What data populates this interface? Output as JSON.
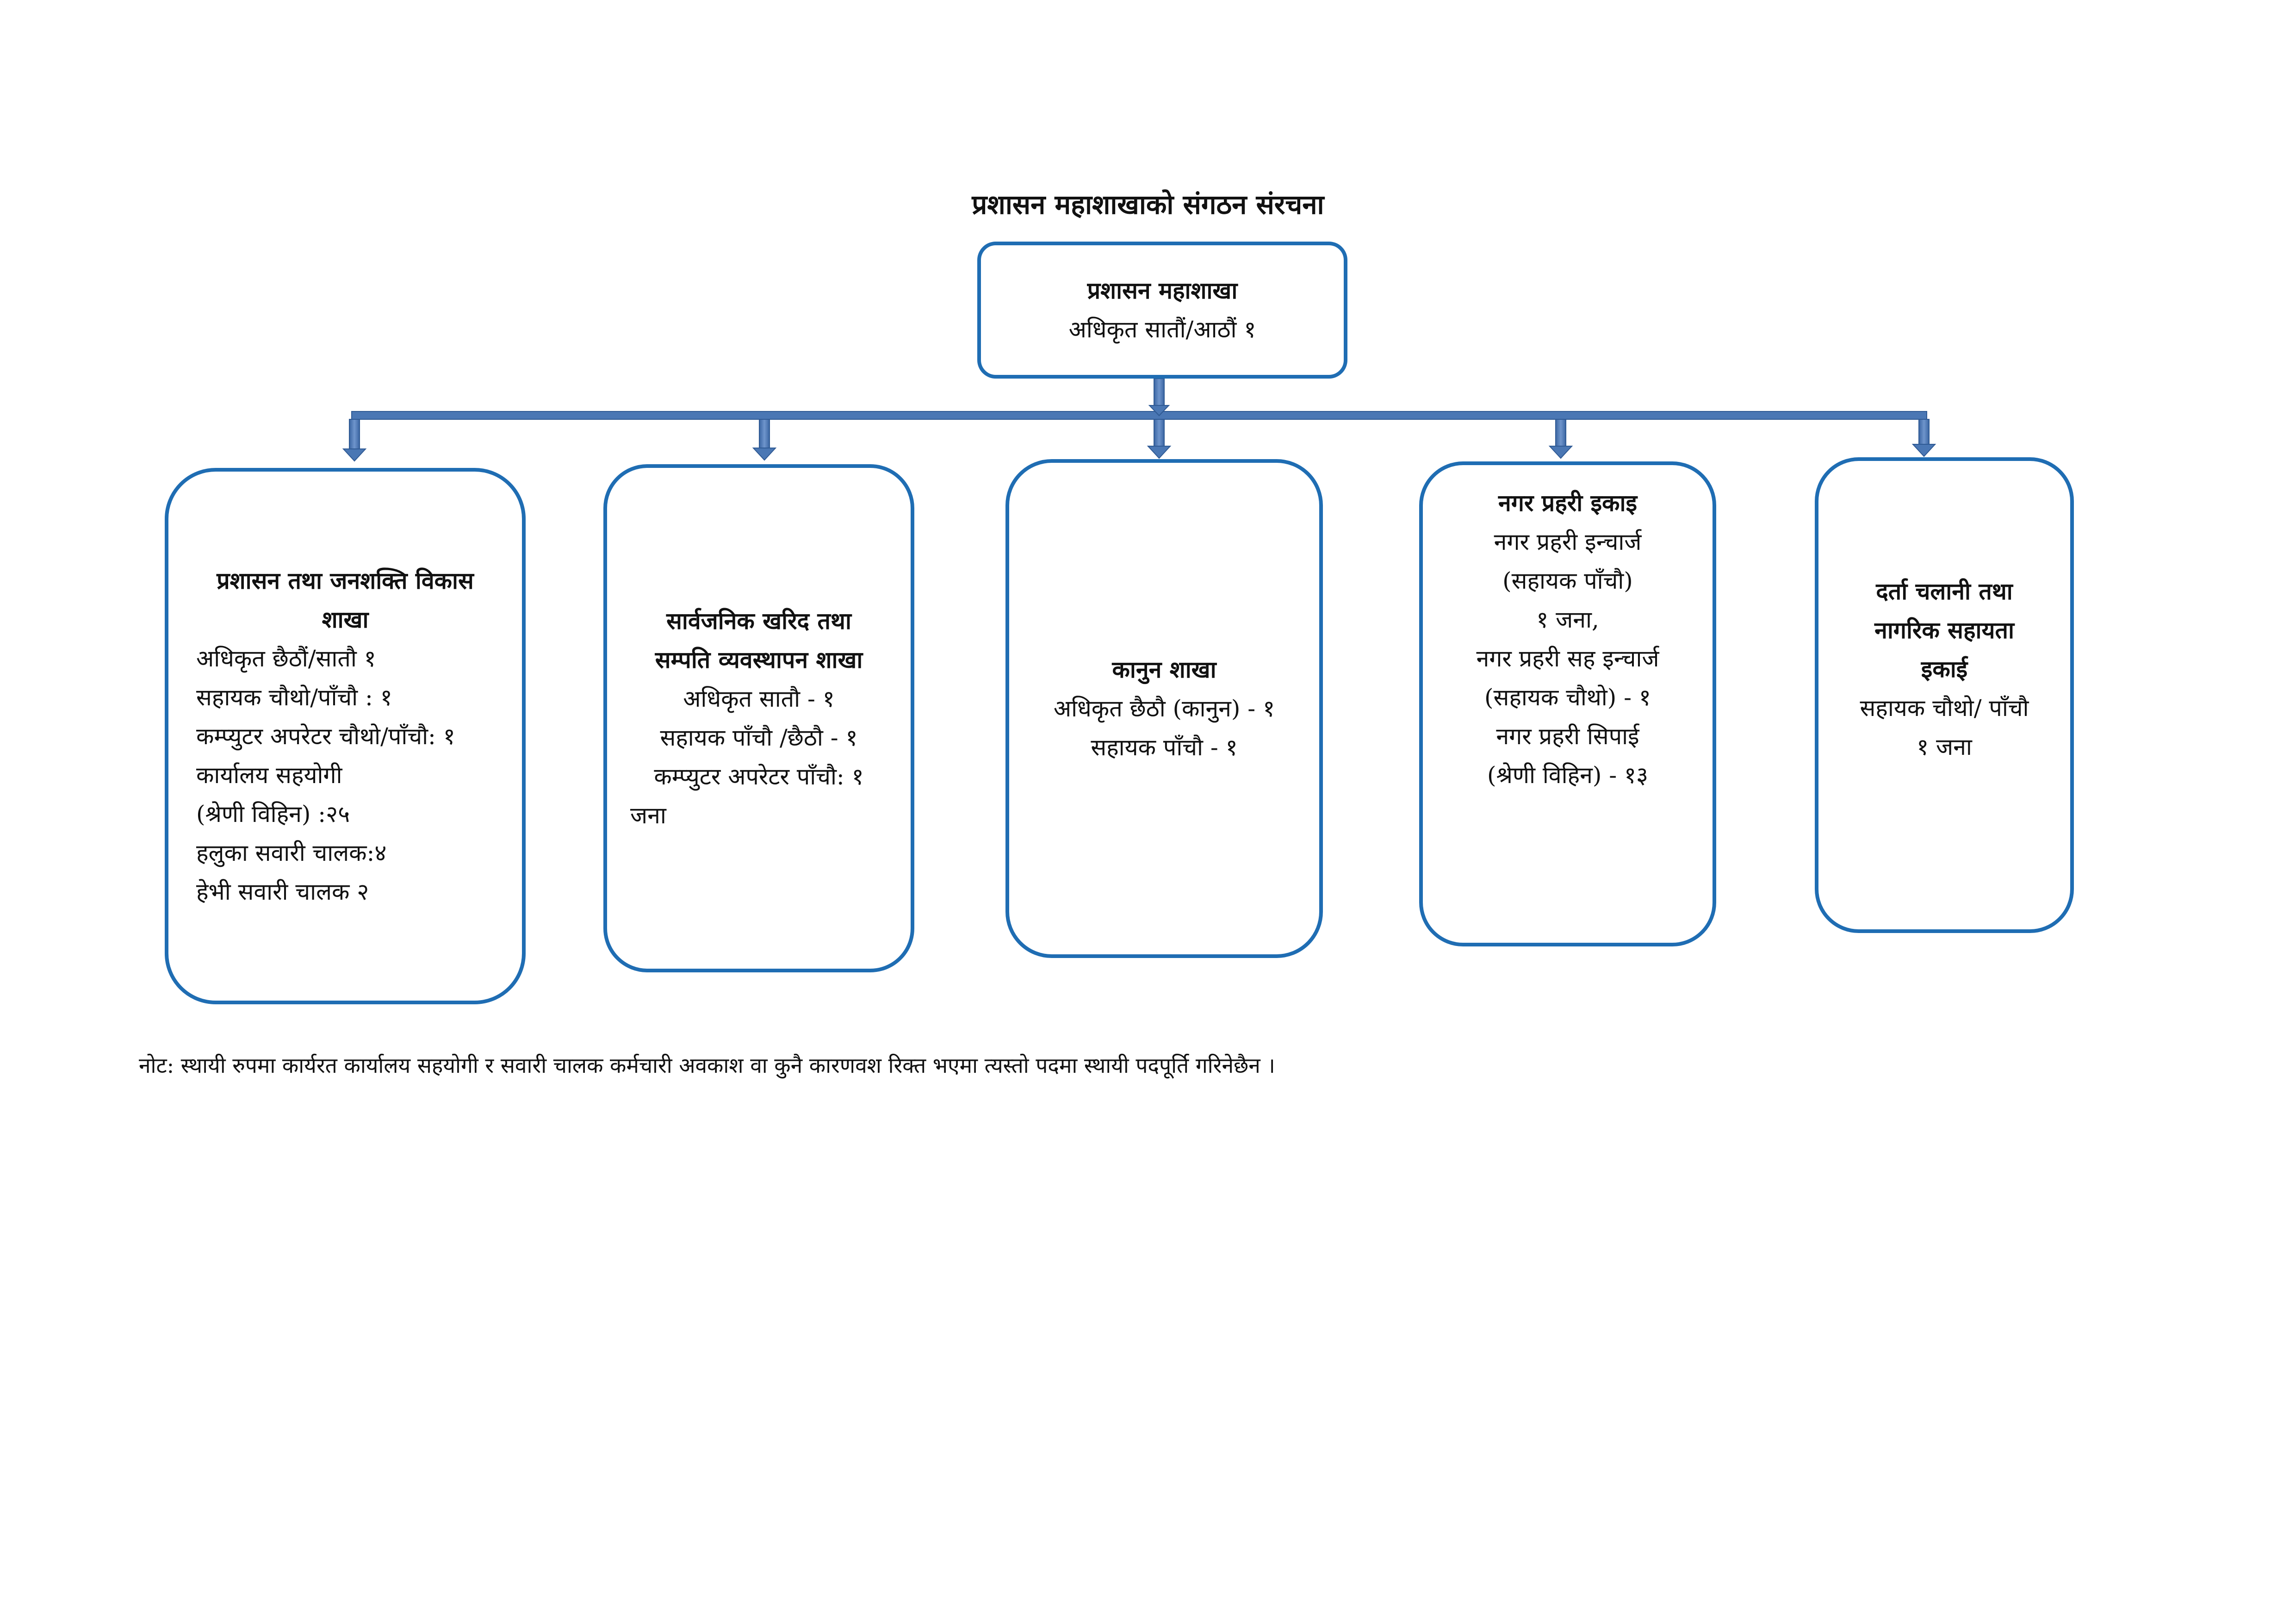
{
  "title": "प्रशासन  महाशाखाको संगठन संरचना",
  "top": {
    "head": "प्रशासन महाशाखा",
    "lines": [
      "अधिकृत सातौं/आठौं १"
    ]
  },
  "branches": [
    {
      "head_lines": [
        "प्रशासन तथा जनशक्ति विकास",
        "शाखा"
      ],
      "lines": [
        "अधिकृत छैठौं/सातौ १",
        "सहायक चौथो/पाँचौ : १",
        "कम्प्युटर अपरेटर चौथो/पाँचौ: १",
        "कार्यालय सहयोगी",
        "(श्रेणी विहिन) :२५",
        "हलुका सवारी चालक:४",
        "हेभी सवारी चालक  २"
      ]
    },
    {
      "head_lines": [
        "सार्वजनिक खरिद तथा",
        "सम्पति व्यवस्थापन शाखा"
      ],
      "lines": [
        "अधिकृत सातौ - १",
        "सहायक पाँचौ /छैठौ - १",
        "कम्प्युटर अपरेटर पाँचौ: १",
        "जना"
      ]
    },
    {
      "head_lines": [
        "कानुन  शाखा"
      ],
      "lines": [
        "अधिकृत छैठौ (कानुन) - १",
        "सहायक पाँचौ - १"
      ]
    },
    {
      "head_lines": [
        "नगर प्रहरी इकाइ"
      ],
      "lines": [
        "नगर प्रहरी इन्चार्ज",
        "(सहायक पाँचौ)",
        "१ जना,",
        "नगर प्रहरी सह इन्चार्ज",
        "(सहायक चौथो) - १",
        "नगर प्रहरी सिपाई",
        "(श्रेणी विहिन) - १३"
      ]
    },
    {
      "head_lines": [
        "दर्ता चलानी तथा",
        "नागरिक सहायता",
        "इकाई"
      ],
      "lines": [
        "सहायक चौथो/ पाँचौ",
        "१ जना"
      ]
    }
  ],
  "note": "नोट: स्थायी रुपमा कार्यरत कार्यालय सहयोगी र सवारी चालक कर्मचारी अवकाश वा कुनै कारणवश रिक्त भएमा त्यस्तो पदमा स्थायी पदपूर्ति गरिनेछैन ।",
  "colors": {
    "border": "#1f6db3",
    "connector": "#4a77b4"
  }
}
